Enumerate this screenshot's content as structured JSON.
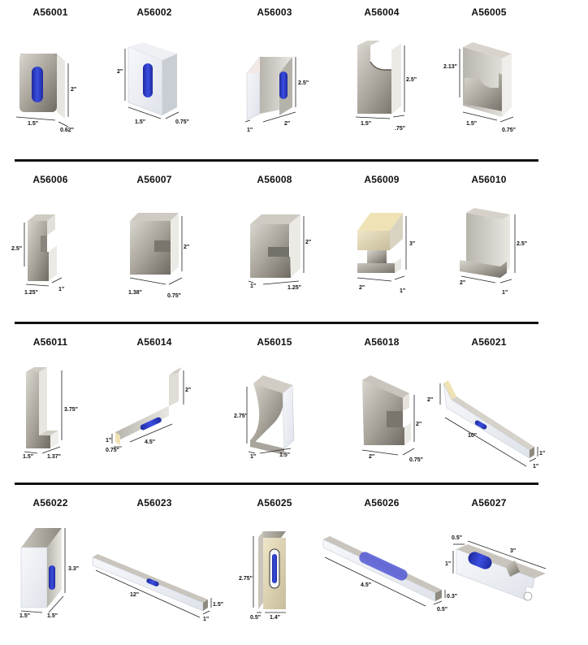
{
  "rows": [
    {
      "items": [
        {
          "code": "A56001",
          "dims": [
            "2\"",
            "1.5\"",
            "0.62\""
          ]
        },
        {
          "code": "A56002",
          "dims": [
            "2\"",
            "1.5\"",
            "0.75\""
          ]
        },
        {
          "code": "A56003",
          "dims": [
            "2.5\"",
            "1\"",
            "2\""
          ]
        },
        {
          "code": "A56004",
          "dims": [
            "2.5\"",
            "1.5\"",
            ".75\""
          ]
        },
        {
          "code": "A56005",
          "dims": [
            "2.13\"",
            "1.5\"",
            "0.75\""
          ]
        }
      ]
    },
    {
      "items": [
        {
          "code": "A56006",
          "dims": [
            "2.5\"",
            "1.25\"",
            "1\""
          ]
        },
        {
          "code": "A56007",
          "dims": [
            "2\"",
            "1.38\"",
            "0.75\""
          ]
        },
        {
          "code": "A56008",
          "dims": [
            "2\"",
            "1\"",
            "1.25\""
          ]
        },
        {
          "code": "A56009",
          "dims": [
            "3\"",
            "2\"",
            "1\""
          ]
        },
        {
          "code": "A56010",
          "dims": [
            "2.5\"",
            "2\"",
            "1\""
          ]
        }
      ]
    },
    {
      "items": [
        {
          "code": "A56011",
          "dims": [
            "3.75\"",
            "1.5\"",
            "1.37\""
          ]
        },
        {
          "code": "A56014",
          "dims": [
            "2\"",
            "1\"",
            "4.5\"",
            "0.75\""
          ]
        },
        {
          "code": "A56015",
          "dims": [
            "2.75\"",
            "1\"",
            "1.5\""
          ]
        },
        {
          "code": "A56018",
          "dims": [
            "2\"",
            "2\"",
            "0.75\""
          ]
        },
        {
          "code": "A56021",
          "dims": [
            "2\"",
            "10\"",
            "1\"",
            "1\""
          ]
        }
      ]
    },
    {
      "items": [
        {
          "code": "A56022",
          "dims": [
            "3.3\"",
            "1.5\"",
            "1.5\""
          ]
        },
        {
          "code": "A56023",
          "dims": [
            "12\"",
            "1.5\"",
            "1\""
          ]
        },
        {
          "code": "A56025",
          "dims": [
            "2.75\"",
            "0.5\"",
            "1.4\""
          ]
        },
        {
          "code": "A56026",
          "dims": [
            "4.5\"",
            "0.3\"",
            "0.5\""
          ]
        },
        {
          "code": "A56027",
          "dims": [
            "0.5\"",
            "3\"",
            "1\""
          ]
        }
      ]
    }
  ]
}
